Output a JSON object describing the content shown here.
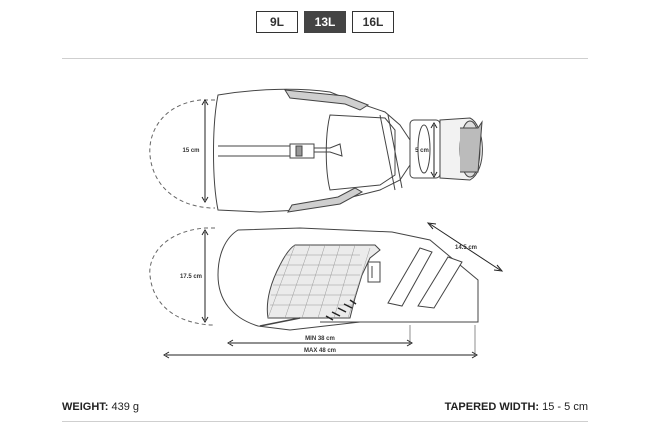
{
  "size_tabs": [
    {
      "label": "9L",
      "active": false
    },
    {
      "label": "13L",
      "active": true
    },
    {
      "label": "16L",
      "active": false
    }
  ],
  "dimensions": {
    "top_height": "15 cm",
    "end_height": "5 cm",
    "side_height": "17.5 cm",
    "tail_length": "14.5 cm",
    "min_length": "MIN 38 cm",
    "max_length": "MAX 48 cm"
  },
  "specs": {
    "weight_label": "WEIGHT:",
    "weight_value": "439 g",
    "taper_label": "TAPERED WIDTH:",
    "taper_value": "15 - 5 cm"
  }
}
